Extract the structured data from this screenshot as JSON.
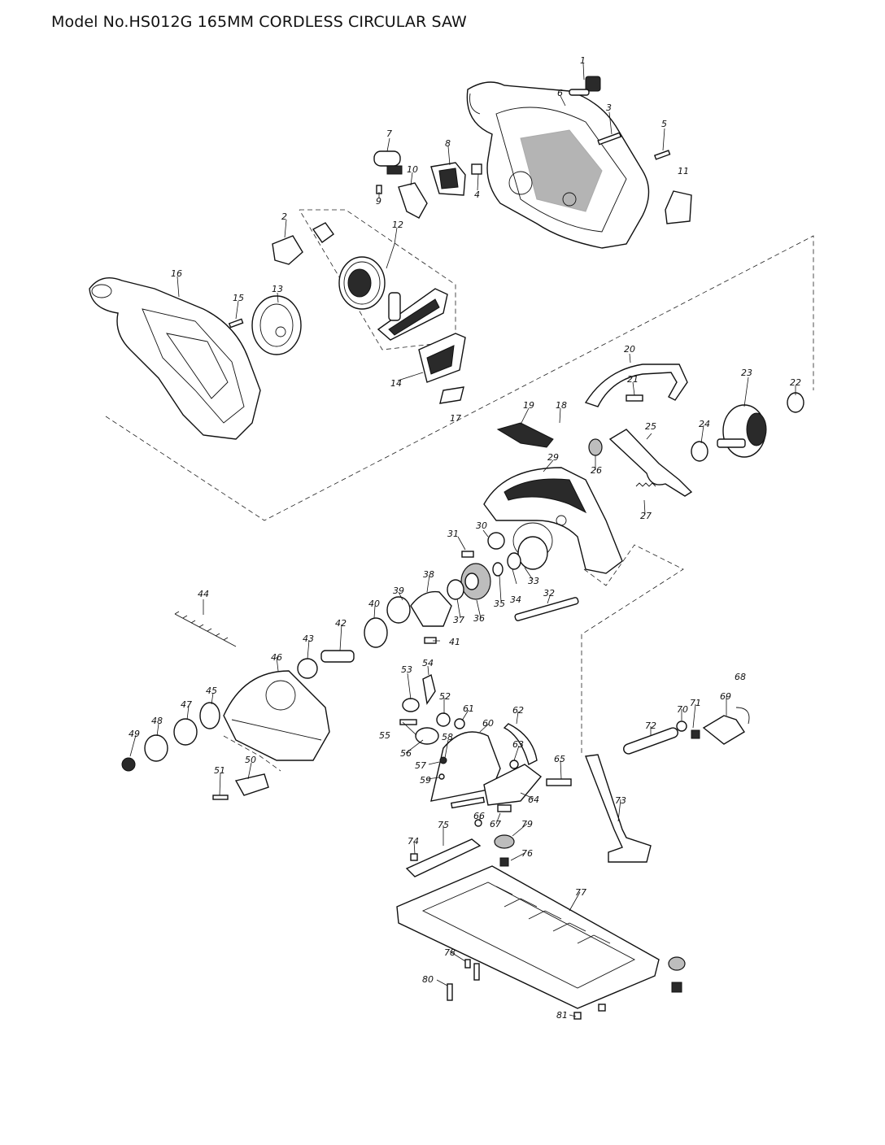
{
  "title": "Model No.HS012G 165MM CORDLESS CIRCULAR SAW",
  "parts": [
    "1",
    "2",
    "3",
    "4",
    "5",
    "6",
    "7",
    "8",
    "9",
    "10",
    "11",
    "12",
    "13",
    "14",
    "15",
    "16",
    "17",
    "18",
    "19",
    "20",
    "21",
    "22",
    "23",
    "24",
    "25",
    "26",
    "27",
    "29",
    "30",
    "31",
    "32",
    "33",
    "34",
    "35",
    "36",
    "37",
    "38",
    "39",
    "40",
    "41",
    "42",
    "43",
    "44",
    "45",
    "46",
    "47",
    "48",
    "49",
    "50",
    "51",
    "52",
    "53",
    "54",
    "55",
    "56",
    "57",
    "58",
    "59",
    "60",
    "61",
    "62",
    "63",
    "64",
    "65",
    "66",
    "67",
    "68",
    "69",
    "70",
    "71",
    "72",
    "73",
    "74",
    "75",
    "76",
    "77",
    "78",
    "79",
    "80",
    "81"
  ],
  "colors": {
    "ink": "#111111",
    "paper": "#ffffff"
  }
}
